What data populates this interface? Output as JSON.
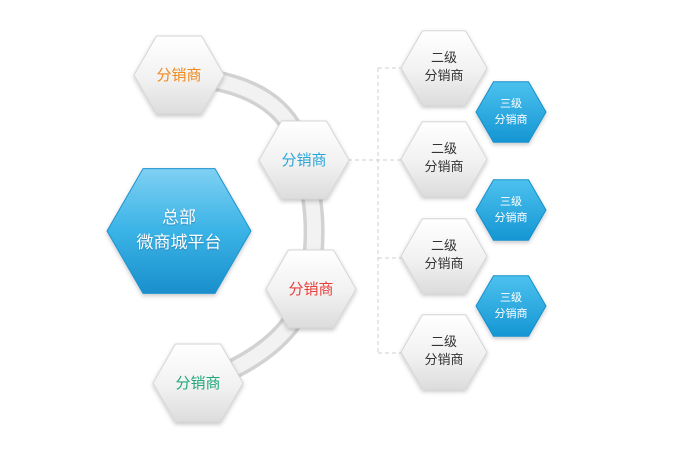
{
  "colors": {
    "hq_fill": "#3ab3e6",
    "level3_fill": "#1fa9e4",
    "hex_fill": "#f2f2f2",
    "connector": "#e4e4e4",
    "dashed_line": "#cfcfcf"
  },
  "headquarters": {
    "line1": "总部",
    "line2": "微商城平台"
  },
  "distributors": [
    {
      "label": "分销商",
      "color": "#f08a1c"
    },
    {
      "label": "分销商",
      "color": "#2aa7d9"
    },
    {
      "label": "分销商",
      "color": "#e8413c"
    },
    {
      "label": "分销商",
      "color": "#1fa97a"
    }
  ],
  "level2": [
    {
      "line1": "二级",
      "line2": "分销商"
    },
    {
      "line1": "二级",
      "line2": "分销商"
    },
    {
      "line1": "二级",
      "line2": "分销商"
    },
    {
      "line1": "二级",
      "line2": "分销商"
    }
  ],
  "level3": [
    {
      "line1": "三级",
      "line2": "分销商"
    },
    {
      "line1": "三级",
      "line2": "分销商"
    },
    {
      "line1": "三级",
      "line2": "分销商"
    }
  ]
}
